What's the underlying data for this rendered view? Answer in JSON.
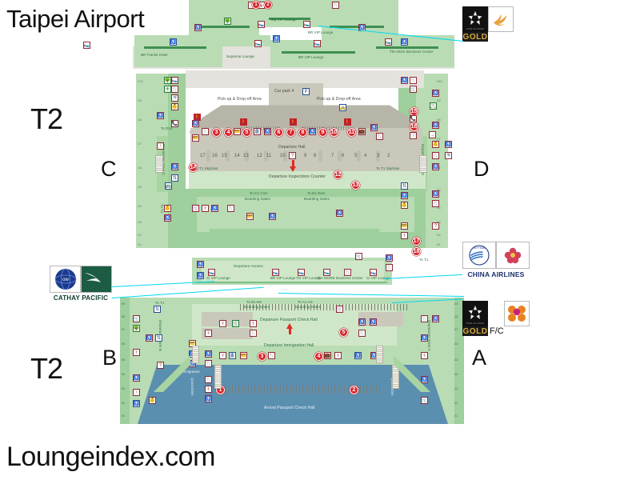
{
  "page": {
    "title": "Taipei Airport",
    "site": "Loungeindex.com",
    "background": "#ffffff"
  },
  "terminal_labels": [
    {
      "name": "t2-upper",
      "text": "T2"
    },
    {
      "name": "t2-lower",
      "text": "T2"
    }
  ],
  "zone_labels": [
    {
      "name": "zone-c",
      "text": "C"
    },
    {
      "name": "zone-d",
      "text": "D"
    },
    {
      "name": "zone-b",
      "text": "B"
    },
    {
      "name": "zone-a",
      "text": "A"
    }
  ],
  "zone_strips": [
    {
      "name": "departures-zone-c",
      "text": "Departures Zone C"
    },
    {
      "name": "departures-zone-d",
      "text": "Departures Zone D"
    },
    {
      "name": "departures-zone-b",
      "text": "Departures Zone B"
    },
    {
      "name": "departures-zone-a",
      "text": "Departures Zone A"
    }
  ],
  "upper_concourse": {
    "hotel": "BR Transit Hotel",
    "supreme_lounge": "Supreme Lounge",
    "br_vip_lounge": "BR VIP Lounge",
    "br_vip_lounge_2": "BR VIP Lounge",
    "sq_vip_lounge": "SQ VIP Lounge",
    "business_center": "The More Business Center",
    "markers": [
      "1",
      "2"
    ]
  },
  "departure_level": {
    "car_park": "Car park 4",
    "pickup_left": "Pick-up & Drop-off Area",
    "pickup_right": "Pick-up & Drop-off Area",
    "departure_hall": "Departure Hall",
    "inspections_counter": "Departure Inspections Counter",
    "skytrain_left": "To T1 Skytrain",
    "skytrain_right": "To T1 Skytrain",
    "to_d18": "To D18",
    "boarding_gates_left_1": "To C1-C10",
    "boarding_gates_left_2": "Boarding Gates",
    "boarding_gates_right_1": "To D1-D18",
    "boarding_gates_right_2": "Boarding Gates",
    "checkin_counters": [
      "17",
      "16",
      "15",
      "14",
      "13",
      "12",
      "11",
      "10",
      "9",
      "8",
      "7",
      "6",
      "5",
      "4",
      "3",
      "2"
    ],
    "markers_hall": [
      "3",
      "4",
      "5",
      "6",
      "7",
      "8",
      "9",
      "10",
      "11"
    ],
    "marker_12": "12",
    "marker_13": "13",
    "marker_14": "14",
    "marker_15": "15",
    "marker_16": "16",
    "marker_17": "17",
    "marker_18": "18",
    "to_t1": "To T1"
  },
  "annexe_level": {
    "title": "Departure Annexe",
    "lounges": [
      {
        "name": "lounge-c3",
        "label": "CI VIP Lounge"
      },
      {
        "name": "lounge-b2",
        "label": "BR VIP Lounge"
      },
      {
        "name": "lounge-t6",
        "label": "TG VIP Lounge"
      },
      {
        "name": "lounge-more",
        "label": "The MORE Business Center"
      },
      {
        "name": "lounge-ci",
        "label": "CI VIP Lounge"
      }
    ]
  },
  "arrival_level": {
    "to_b1_b9": "To B1-B9",
    "boarding_gates_b": "Boarding Gates",
    "to_a1_a9": "To A1-A9",
    "boarding_gates_a": "Boarding Gates",
    "departure_passport": "Departure Passport Check Hall",
    "departure_immigration": "Departure Immigration Hall",
    "arrival_passport": "Arrival Passport Check Hall",
    "to_immigration": "To immigration",
    "quarantine_left": "Quarantine",
    "quarantine_right": "Quarantine",
    "to_b1_b9_upper": "To B1-B9",
    "markers": [
      "1",
      "2",
      "3",
      "4",
      "5"
    ]
  },
  "gate_codes": {
    "zone_c": [
      "C10",
      "C9",
      "C8",
      "C7",
      "C6",
      "C5",
      "C4",
      "C3",
      "C2",
      "C1"
    ],
    "zone_d": [
      "D10",
      "D9",
      "D8",
      "D7",
      "D6",
      "D5",
      "D4",
      "D3",
      "D2",
      "D1"
    ],
    "zone_b": [
      "B9",
      "B8",
      "B7",
      "B6",
      "B5",
      "B4",
      "B3",
      "B2",
      "B1"
    ],
    "zone_a": [
      "A9",
      "A8",
      "A7",
      "A6",
      "A5",
      "A4",
      "A3",
      "A2",
      "A1"
    ]
  },
  "logos": [
    {
      "name": "star-alliance-gold-sq",
      "alliance": "Star Alliance",
      "alliance_micro": "STAR ALLIANCE",
      "tier": "GOLD",
      "airline": "Singapore Airlines",
      "suffix": ""
    },
    {
      "name": "oneworld-cathay-pacific",
      "alliance": "oneworld",
      "alliance_word_1": "one",
      "alliance_word_2": "world",
      "airline": "Cathay Pacific",
      "caption": "CATHAY PACIFIC"
    },
    {
      "name": "skyteam-china-airlines",
      "alliance": "SKYTEAM",
      "airline": "China Airlines",
      "caption": "CHINA AIRLINES"
    },
    {
      "name": "star-alliance-gold-asiana",
      "alliance": "Star Alliance",
      "alliance_micro": "STAR ALLIANCE",
      "tier": "GOLD",
      "airline": "Asiana Airlines",
      "suffix": "F/C"
    }
  ],
  "colors": {
    "terminal_green": "#9ecf9c",
    "terminal_green_light": "#b9dcb4",
    "band_green": "#3f8f52",
    "concourse_grey": "#b6b5a8",
    "arrival_blue": "#5b8fb0",
    "marker_red": "#d8262c",
    "leader_cyan": "#00d8f0",
    "gold": "#d9a93a"
  }
}
